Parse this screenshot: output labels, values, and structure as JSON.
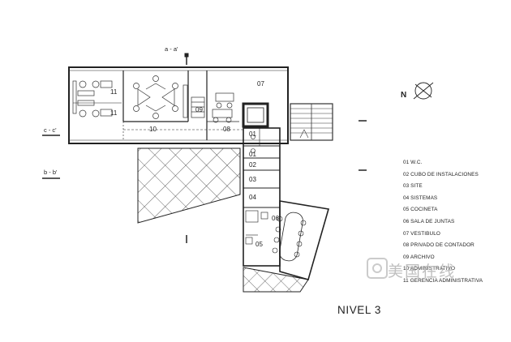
{
  "diagram": {
    "level_title": "NIVEL 3",
    "section_labels": {
      "a": "a - a'",
      "b": "b - b'",
      "c": "c - c'"
    },
    "north_label": "N",
    "rooms": {
      "r11a": "11",
      "r11b": "11",
      "r10": "10",
      "r09": "09",
      "r08": "08",
      "r07": "07",
      "r01a": "01",
      "r01b": "01",
      "r02": "02",
      "r03": "03",
      "r04": "04",
      "r05": "05",
      "r06": "06"
    },
    "legend": [
      "01 W.C.",
      "02 CUBO DE INSTALACIONES",
      "03 SITE",
      "04 SISTEMAS",
      "05 COCINETA",
      "06 SALA DE JUNTAS",
      "07 VESTIBULO",
      "08 PRIVADO DE CONTADOR",
      "09 ARCHIVO",
      "10 ADMINISTRATIVO",
      "11 GERENCIA ADMINISTRATIVA"
    ],
    "watermark": "美国在线"
  }
}
